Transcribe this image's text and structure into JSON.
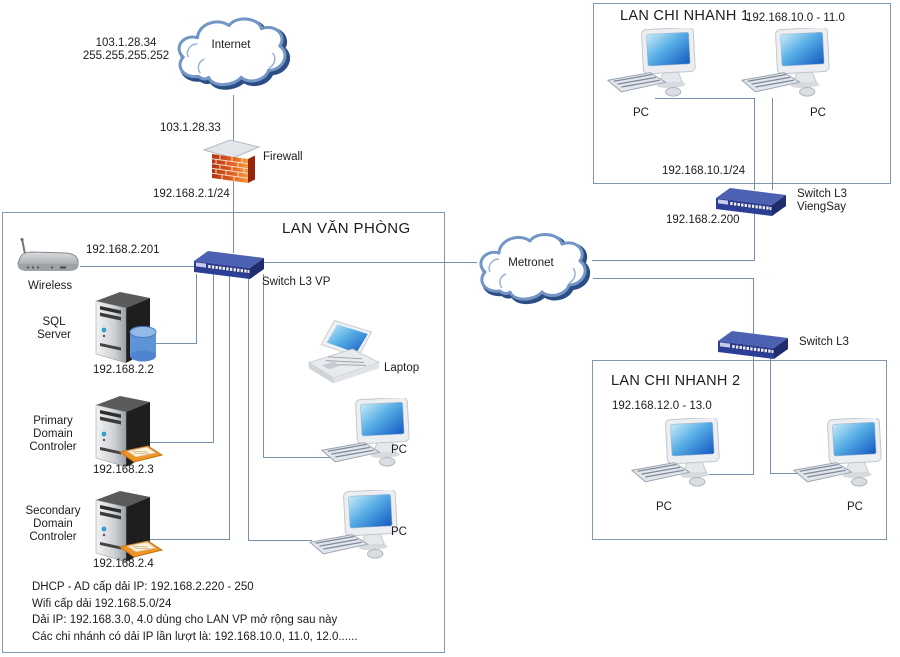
{
  "colors": {
    "line": "#7590a8",
    "box_border": "#8097ad",
    "switch_blue": "#2c3e96",
    "cloud_blue": "#3f62a0",
    "firewall_brick": "#d24d15",
    "screen_blue": "#1560c8",
    "db_cylinder": "#5f93d8",
    "tray_orange": "#ef9426"
  },
  "internet": {
    "label": "Internet",
    "ip": "103.1.28.34",
    "subnet_mask": "255.255.255.252"
  },
  "firewall": {
    "label": "Firewall",
    "wan_ip": "103.1.28.33",
    "lan_ip": "192.168.2.1/24"
  },
  "metronet": {
    "label": "Metronet"
  },
  "lan_vp": {
    "title": "LAN VĂN PHÒNG",
    "wireless_ip": "192.168.2.201",
    "wireless_label": "Wireless",
    "switch_label": "Switch L3 VP",
    "sql_label": "SQL\nServer",
    "sql_ip": "192.168.2.2",
    "pdc_label": "Primary\nDomain\nControler",
    "pdc_ip": "192.168.2.3",
    "sdc_label": "Secondary\nDomain\nControler",
    "sdc_ip": "192.168.2.4",
    "laptop_label": "Laptop",
    "pc1_label": "PC",
    "pc2_label": "PC",
    "notes": [
      "DHCP - AD cấp dải IP: 192.168.2.220 - 250",
      "Wifi cấp dải 192.168.5.0/24",
      "Dải IP: 192.168.3.0, 4.0 dùng cho LAN VP mở rộng sau này",
      "Các chi nhánh có dải IP lần lượt là: 192.168.10.0, 11.0, 12.0......"
    ]
  },
  "branch1": {
    "title": "LAN CHI NHANH 1",
    "ip_range": "192.168.10.0 - 11.0",
    "pc_left_label": "PC",
    "pc_right_label": "PC",
    "uplink_ip": "192.168.10.1/24"
  },
  "switch_viengsay": {
    "label": "Switch L3\nViengSay",
    "ip": "192.168.2.200"
  },
  "branch2": {
    "title": "LAN CHI NHANH 2",
    "ip_range": "192.168.12.0 - 13.0",
    "switch_label": "Switch L3",
    "pc_left_label": "PC",
    "pc_right_label": "PC"
  }
}
